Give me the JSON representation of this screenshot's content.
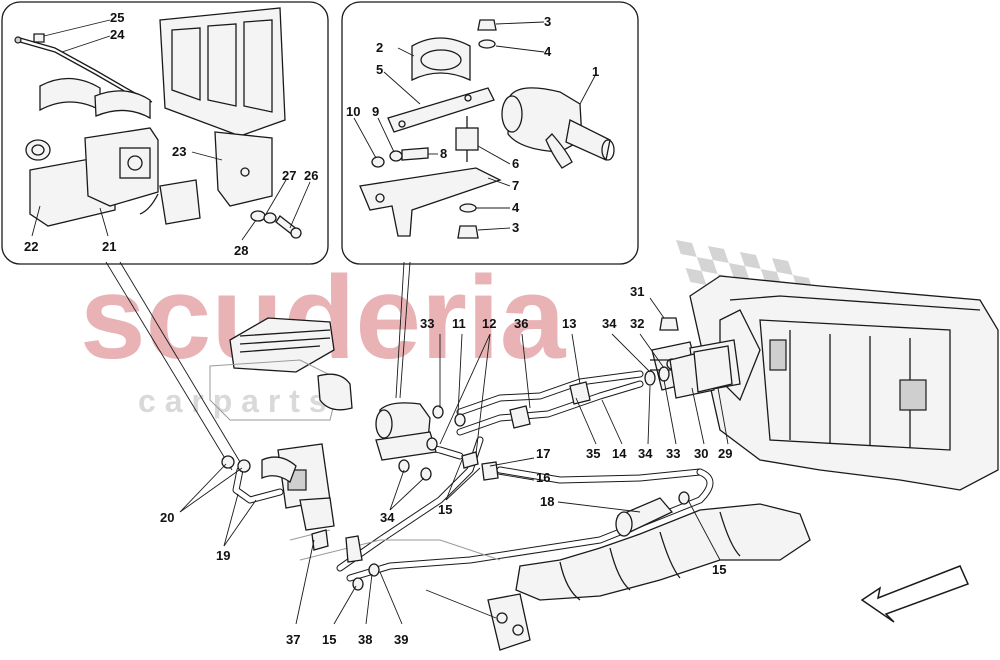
{
  "watermark": {
    "brand": "scuderia",
    "tagline": "c a r p a r t s",
    "brand_color": "#e9b3b6",
    "tagline_color": "#d9d9d9",
    "flag_color": "#d4d4d4"
  },
  "callouts": {
    "inset_left": [
      {
        "id": "25",
        "label": "25"
      },
      {
        "id": "24",
        "label": "24"
      },
      {
        "id": "23",
        "label": "23"
      },
      {
        "id": "27",
        "label": "27"
      },
      {
        "id": "26",
        "label": "26"
      },
      {
        "id": "22",
        "label": "22"
      },
      {
        "id": "21",
        "label": "21"
      },
      {
        "id": "28",
        "label": "28"
      }
    ],
    "inset_right": [
      {
        "id": "3a",
        "label": "3"
      },
      {
        "id": "2",
        "label": "2"
      },
      {
        "id": "4a",
        "label": "4"
      },
      {
        "id": "5",
        "label": "5"
      },
      {
        "id": "1",
        "label": "1"
      },
      {
        "id": "10",
        "label": "10"
      },
      {
        "id": "9",
        "label": "9"
      },
      {
        "id": "8",
        "label": "8"
      },
      {
        "id": "6",
        "label": "6"
      },
      {
        "id": "7",
        "label": "7"
      },
      {
        "id": "4b",
        "label": "4"
      },
      {
        "id": "3b",
        "label": "3"
      }
    ],
    "main": [
      {
        "id": "31",
        "label": "31"
      },
      {
        "id": "33a",
        "label": "33"
      },
      {
        "id": "11",
        "label": "11"
      },
      {
        "id": "12",
        "label": "12"
      },
      {
        "id": "36",
        "label": "36"
      },
      {
        "id": "13",
        "label": "13"
      },
      {
        "id": "34a",
        "label": "34"
      },
      {
        "id": "32",
        "label": "32"
      },
      {
        "id": "35",
        "label": "35"
      },
      {
        "id": "14",
        "label": "14"
      },
      {
        "id": "34b",
        "label": "34"
      },
      {
        "id": "33b",
        "label": "33"
      },
      {
        "id": "30",
        "label": "30"
      },
      {
        "id": "29",
        "label": "29"
      },
      {
        "id": "17",
        "label": "17"
      },
      {
        "id": "16",
        "label": "16"
      },
      {
        "id": "18",
        "label": "18"
      },
      {
        "id": "20",
        "label": "20"
      },
      {
        "id": "19",
        "label": "19"
      },
      {
        "id": "34c",
        "label": "34"
      },
      {
        "id": "15a",
        "label": "15"
      },
      {
        "id": "15b",
        "label": "15"
      },
      {
        "id": "37",
        "label": "37"
      },
      {
        "id": "15c",
        "label": "15"
      },
      {
        "id": "38",
        "label": "38"
      },
      {
        "id": "39",
        "label": "39"
      }
    ]
  }
}
